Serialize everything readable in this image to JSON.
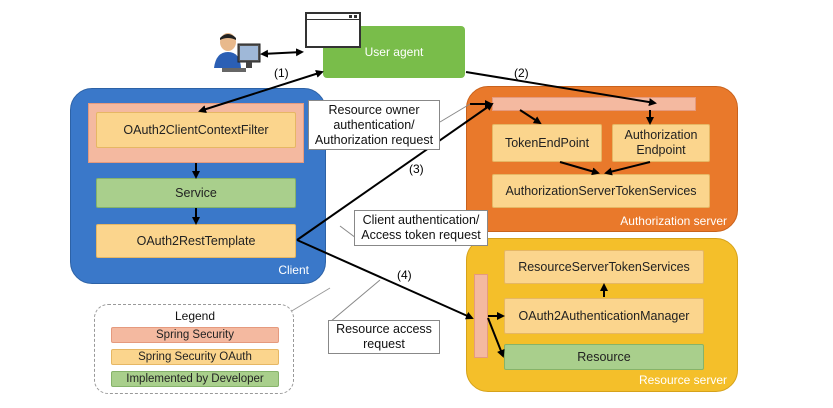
{
  "user_agent": {
    "label": "User agent"
  },
  "client": {
    "label": "Client",
    "filter": "OAuth2ClientContextFilter",
    "service": "Service",
    "rest_template": "OAuth2RestTemplate"
  },
  "auth_server": {
    "label": "Authorization server",
    "token_endpoint": "TokenEndPoint",
    "authorization_endpoint_line1": "Authorization",
    "authorization_endpoint_line2": "Endpoint",
    "token_services": "AuthorizationServerTokenServices"
  },
  "resource_server": {
    "label": "Resource server",
    "token_services": "ResourceServerTokenServices",
    "auth_manager": "OAuth2AuthenticationManager",
    "resource": "Resource"
  },
  "notes": {
    "resource_owner": [
      "Resource owner",
      "authentication/",
      "Authorization request"
    ],
    "client_auth": [
      "Client authentication/",
      "Access token request"
    ],
    "resource_access": [
      "Resource access",
      "request"
    ]
  },
  "steps": {
    "s1": "(1)",
    "s2": "(2)",
    "s3": "(3)",
    "s4": "(4)"
  },
  "legend": {
    "title": "Legend",
    "items": [
      "Spring Security",
      "Spring Security OAuth",
      "Implemented by Developer"
    ]
  },
  "colors": {
    "client_blue": "#3a78c9",
    "auth_orange": "#e9792b",
    "resource_yellow": "#f4bf2a",
    "user_agent_green": "#79bd4a",
    "spring_security_pink": "#f4b9a0",
    "spring_security_oauth_peach": "#fbd58d",
    "developer_green": "#a9cf8c"
  },
  "icons": {
    "user": "person-at-computer-icon",
    "browser": "browser-window-icon"
  }
}
